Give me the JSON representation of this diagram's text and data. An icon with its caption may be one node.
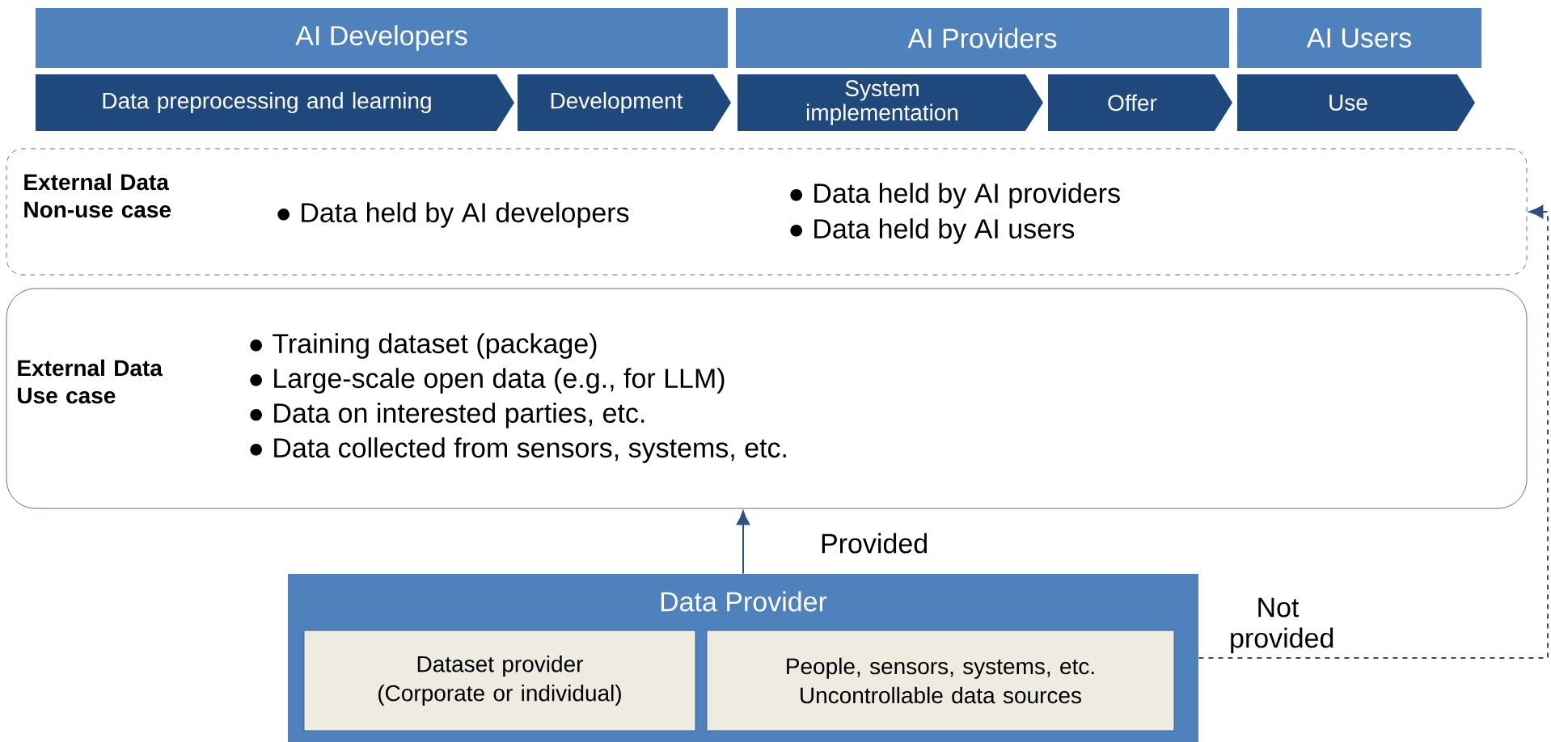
{
  "diagram": {
    "nodes": [
      {
        "text": [
          "AI Developers"
        ]
      },
      {
        "text": [
          "AI Providers"
        ]
      },
      {
        "text": [
          "AI Users"
        ]
      },
      {
        "text": [
          "Data preprocessing and learning"
        ]
      },
      {
        "text": [
          "Development"
        ]
      },
      {
        "text": [
          "System implementation"
        ]
      },
      {
        "text": [
          "Offer"
        ]
      },
      {
        "text": [
          "Use"
        ]
      },
      {
        "text": [
          "External Data Non-use case",
          "● Data held by AI developers",
          "● Data held by AI providers",
          "● Data held by AI users"
        ]
      },
      {
        "text": [
          "External Data Use case",
          "● Training dataset (package)",
          "● Large-scale open data (e.g., for LLM)",
          "● Data on interested parties, etc.",
          "● Data collected from sensors, systems, etc."
        ]
      },
      {
        "text": [
          "Data Provider"
        ]
      },
      {
        "text": [
          "Dataset provider (Corporate or individual)"
        ],
        "in": 10
      },
      {
        "text": [
          "People, sensors, systems, etc. Uncontrollable data sources"
        ],
        "in": 10
      }
    ],
    "edges": [
      {
        "from": 10,
        "to": 9,
        "arrow": "to",
        "label": "Provided"
      },
      {
        "from": 10,
        "to": 8,
        "arrow": "to",
        "label": "Not provided",
        "style": "dashed"
      }
    ]
  }
}
